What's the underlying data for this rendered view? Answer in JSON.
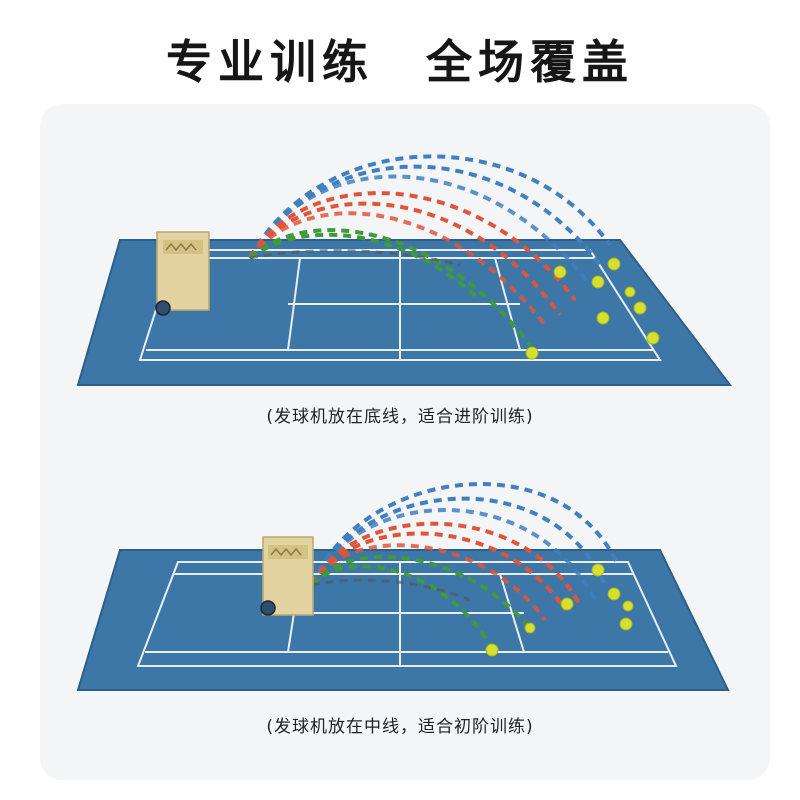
{
  "title": "专业训练　全场覆盖",
  "caption_top": "(发球机放在底线，适合进阶训练)",
  "caption_bottom": "(发球机放在中线，适合初阶训练)",
  "colors": {
    "court": "#3d77a8",
    "court_edge": "#2c5f8a",
    "line": "#e8eef3",
    "machine": "#e3d3a0",
    "ball": "#d6e030",
    "trajectory_blue": "#3f7fc2",
    "trajectory_red": "#e0553a",
    "trajectory_green": "#3f9a3a"
  },
  "icons": [
    "ball-machine-icon",
    "tennis-ball-icon"
  ]
}
